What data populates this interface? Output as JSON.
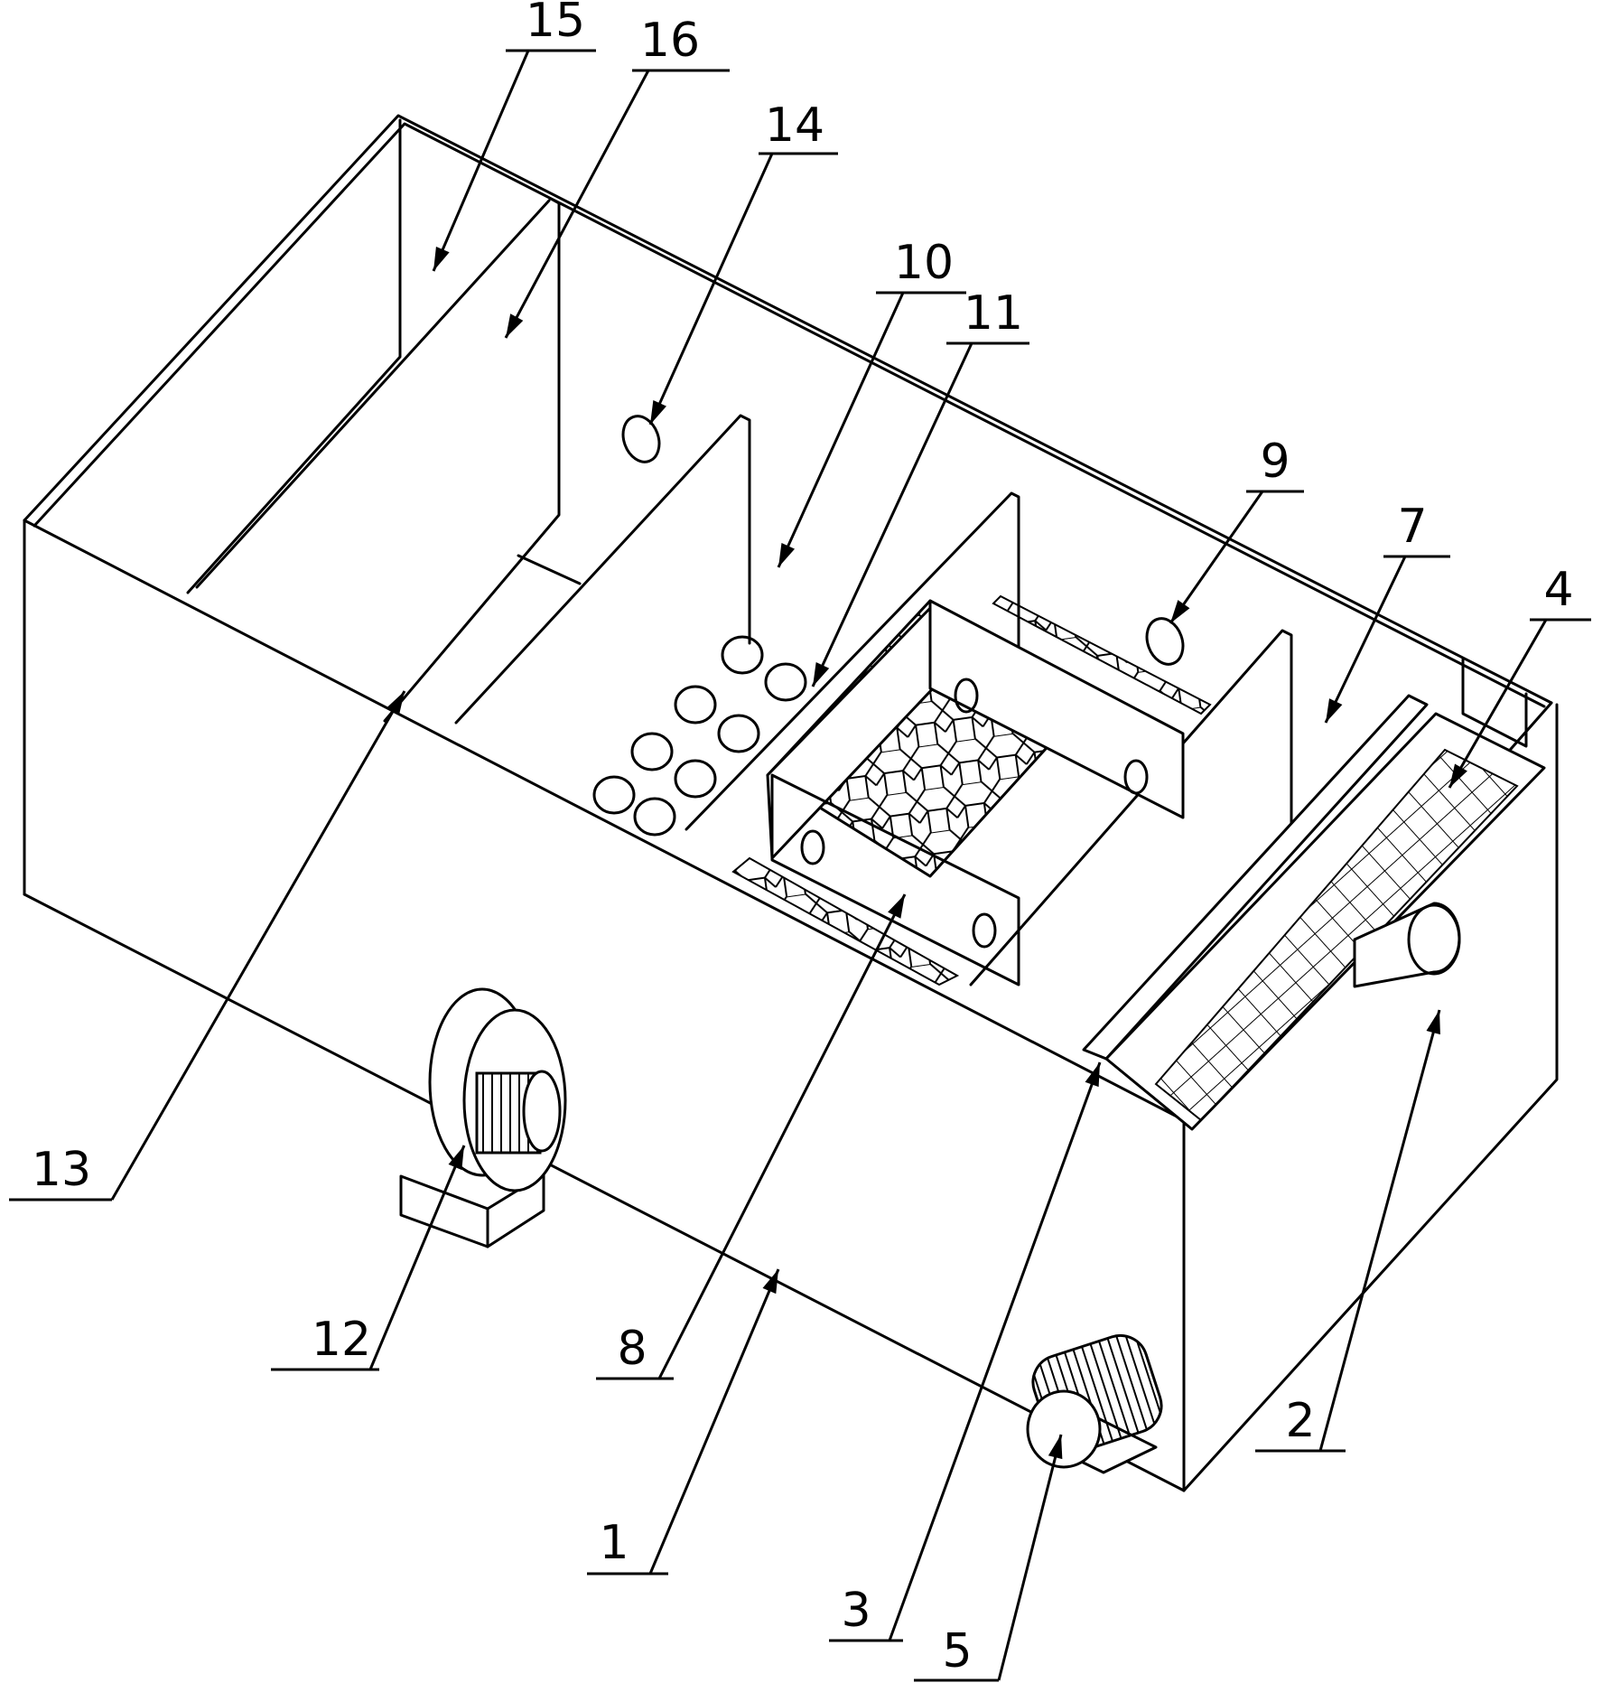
{
  "callouts": [
    {
      "id": "c1",
      "text": "1"
    },
    {
      "id": "c2",
      "text": "2"
    },
    {
      "id": "c3",
      "text": "3"
    },
    {
      "id": "c4",
      "text": "4"
    },
    {
      "id": "c5",
      "text": "5"
    },
    {
      "id": "c7",
      "text": "7"
    },
    {
      "id": "c8",
      "text": "8"
    },
    {
      "id": "c9",
      "text": "9"
    },
    {
      "id": "c10",
      "text": "10"
    },
    {
      "id": "c11",
      "text": "11"
    },
    {
      "id": "c12",
      "text": "12"
    },
    {
      "id": "c13",
      "text": "13"
    },
    {
      "id": "c14",
      "text": "14"
    },
    {
      "id": "c15",
      "text": "15"
    },
    {
      "id": "c16",
      "text": "16"
    }
  ]
}
